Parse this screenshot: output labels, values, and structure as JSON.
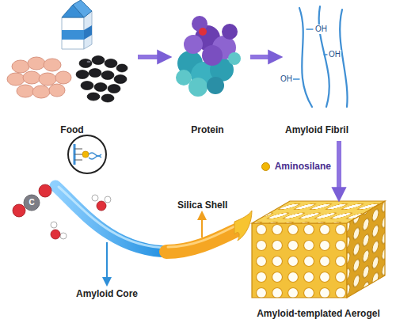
{
  "diagram": {
    "nodes": [
      {
        "text": [
          "Food"
        ]
      },
      {
        "text": [
          "Protein"
        ]
      },
      {
        "text": [
          "Amyloid Fibril"
        ]
      },
      {
        "text": [
          "Amyloid-templated Aerogel"
        ]
      }
    ],
    "edges": [
      {
        "from": 0,
        "to": 1,
        "arrow": "to"
      },
      {
        "from": 1,
        "to": 2,
        "arrow": "to"
      },
      {
        "from": 2,
        "to": 3,
        "label": "Aminosilane",
        "arrow": "to"
      }
    ],
    "labels": [
      "OH",
      "OH",
      "OH",
      "C",
      "Silica Shell",
      "Amyloid Core"
    ]
  }
}
